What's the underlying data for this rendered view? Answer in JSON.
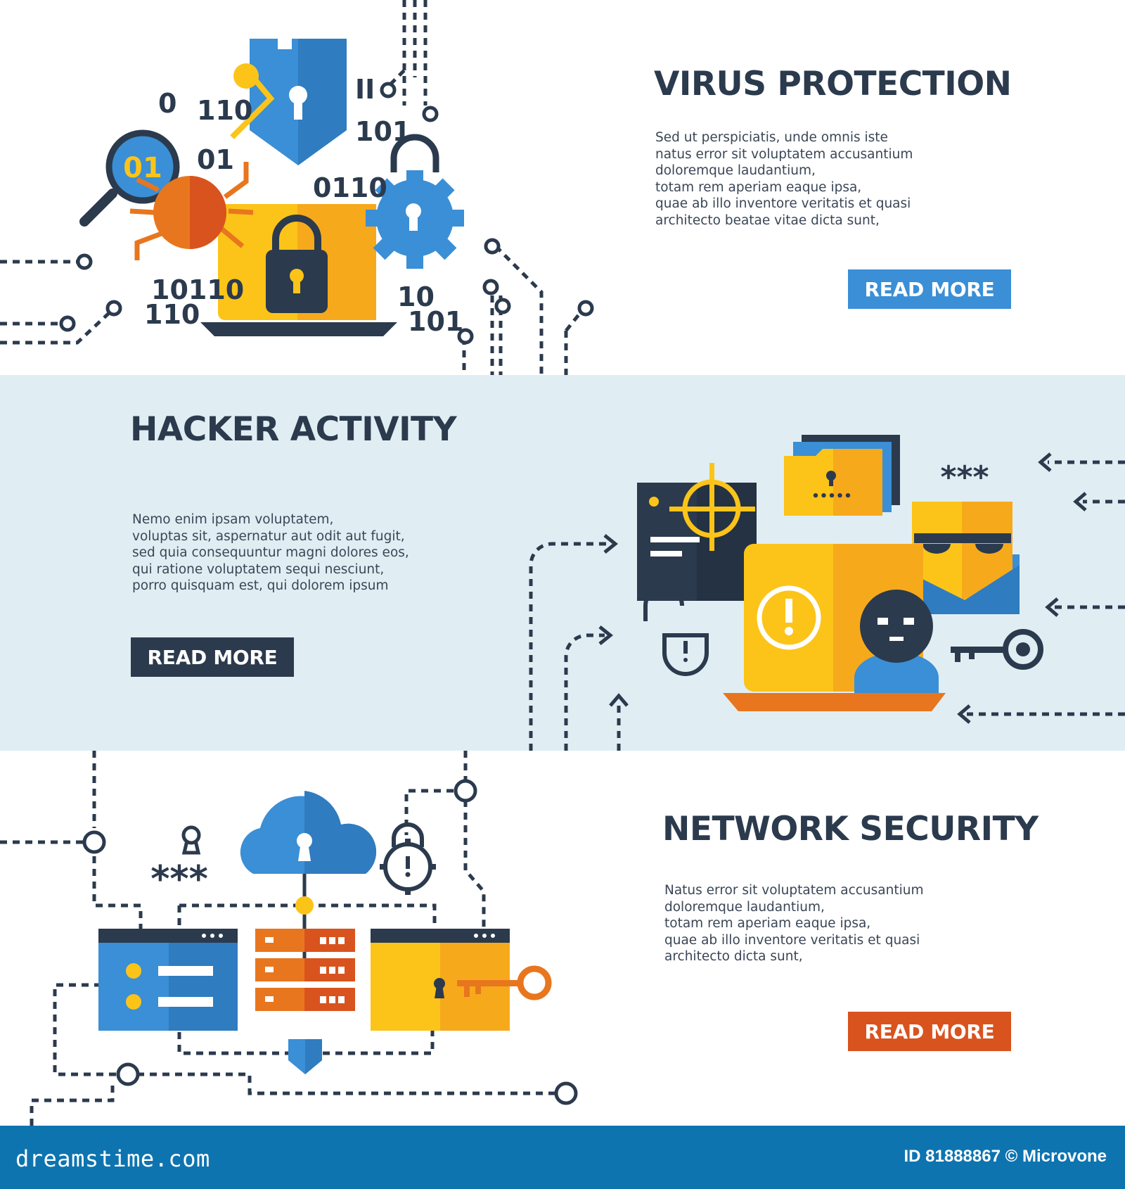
{
  "colors": {
    "blue": "#3a8fd6",
    "dark": "#2b3a4d",
    "yellow": "#fcc419",
    "orange": "#e8761e",
    "red_orange": "#d9531e",
    "light_bg": "#e0eef3",
    "footer": "#0e74b0"
  },
  "banners": [
    {
      "title": "VIRUS PROTECTION",
      "body": [
        "Sed ut perspiciatis, unde omnis iste",
        "natus error sit voluptatem accusantium",
        "doloremque laudantium,",
        "totam rem aperiam eaque ipsa,",
        "quae ab illo inventore veritatis et quasi",
        "architecto beatae vitae dicta sunt,"
      ],
      "button": "READ MORE",
      "button_color": "#3a8fd6",
      "binary": [
        "0",
        "110",
        "01",
        "0110",
        "10110",
        "110",
        "II",
        "101",
        "10",
        "101"
      ]
    },
    {
      "title": "HACKER ACTIVITY",
      "body": [
        "Nemo enim ipsam voluptatem,",
        "voluptas sit, aspernatur aut odit aut fugit,",
        "sed quia consequuntur magni dolores eos,",
        "qui ratione voluptatem sequi nesciunt,",
        "porro quisquam est, qui dolorem ipsum"
      ],
      "button": "READ MORE",
      "button_color": "#2b3a4d",
      "password_mask": "***"
    },
    {
      "title": "NETWORK SECURITY",
      "body": [
        "Natus error sit voluptatem accusantium",
        "doloremque laudantium,",
        "totam rem aperiam eaque ipsa,",
        "quae ab illo inventore veritatis et quasi",
        "architecto dicta sunt,"
      ],
      "button": "READ MORE",
      "button_color": "#d9531e",
      "password_mask": "***"
    }
  ],
  "footer": {
    "logo": "dreamstime.com",
    "credit": "ID 81888867 © Microvone"
  }
}
